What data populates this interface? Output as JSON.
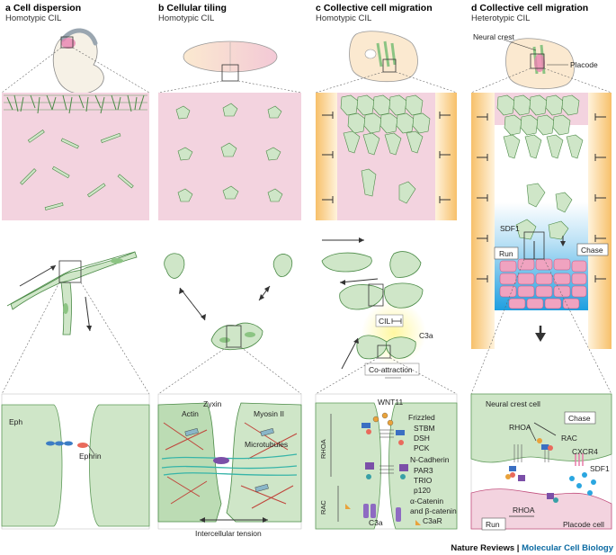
{
  "panels": [
    {
      "letter": "a",
      "title": "Cell dispersion",
      "subtitle": "Homotypic CIL"
    },
    {
      "letter": "b",
      "title": "Cellular tiling",
      "subtitle": "Homotypic CIL"
    },
    {
      "letter": "c",
      "title": "Collective cell migration",
      "subtitle": "Homotypic CIL"
    },
    {
      "letter": "d",
      "title": "Collective cell migration",
      "subtitle": "Heterotypic CIL"
    }
  ],
  "labels": {
    "eph": "Eph",
    "ephrin": "Ephrin",
    "zyxin": "Zyxin",
    "actin": "Actin",
    "myosin": "Myosin II",
    "microtubules": "Microtubules",
    "tension": "Intercellular tension",
    "cil": "CIL",
    "co_attraction": "Co-attraction",
    "c3a_top": "C3a",
    "wnt11": "WNT11",
    "frizzled": "Frizzled",
    "stbm": "STBM",
    "dsh": "DSH",
    "pck": "PCK",
    "ncadherin": "N-Cadherin",
    "par3": "PAR3",
    "trio": "TRIO",
    "p120": "p120",
    "catenin_a": "α-Catenin",
    "catenin_b": "and β-catenin",
    "rhoa_vert": "RHOA",
    "rac_vert": "RAC",
    "c3a_bottom": "C3a",
    "c3ar": "C3aR",
    "neural_crest": "Neural crest",
    "placode": "Placode",
    "sdf1_top": "SDF1",
    "run_top": "Run",
    "chase_top": "Chase",
    "neural_crest_cell": "Neural crest cell",
    "rhoa_d": "RHOA",
    "chase_d": "Chase",
    "rac_d": "RAC",
    "cxcr4": "CXCR4",
    "sdf1_bottom": "SDF1",
    "rhoa_run": "RHOA",
    "run_bottom": "Run",
    "placode_cell": "Placode cell"
  },
  "footer": {
    "journal": "Nature Reviews",
    "separator": " | ",
    "section": "Molecular Cell Biology"
  },
  "colors": {
    "pink": "#f3d3df",
    "green": "#cfe6c8",
    "green_dark": "#5f9a5a",
    "orange": "#f8c57a",
    "blue": "#2aa6e0",
    "magenta": "#e87aa8"
  }
}
